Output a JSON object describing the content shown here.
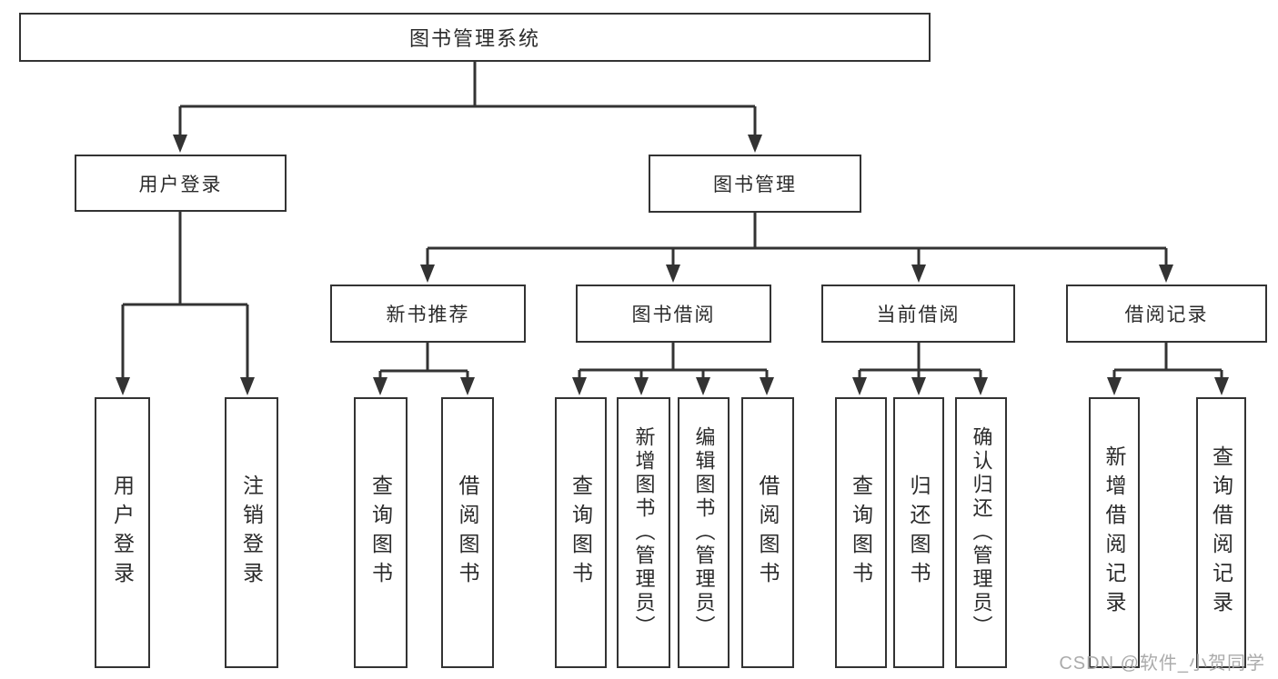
{
  "diagram": {
    "root": "图书管理系统",
    "branches": {
      "user_login": "用户登录",
      "book_management": "图书管理"
    },
    "modules": {
      "new_books": "新书推荐",
      "book_borrow": "图书借阅",
      "current_borrow": "当前借阅",
      "borrow_records": "借阅记录"
    },
    "leaves": {
      "user_login": "用户登录",
      "logout": "注销登录",
      "nb_query_books": "查询图书",
      "nb_borrow_books": "借阅图书",
      "bb_query_books": "查询图书",
      "bb_add_books": "新增图书（管理员）",
      "bb_edit_books": "编辑图书（管理员）",
      "bb_borrow_books": "借阅图书",
      "cb_query_books": "查询图书",
      "cb_return_books": "归还图书",
      "cb_confirm_return": "确认归还（管理员）",
      "br_add_record": "新增借阅记录",
      "br_query_record": "查询借阅记录"
    }
  },
  "watermark": {
    "text": "CSDN @软件_小贺同学"
  },
  "colors": {
    "line": "#333333",
    "text": "#2b2b2b",
    "watermark": "#ababab",
    "background": "#ffffff"
  }
}
